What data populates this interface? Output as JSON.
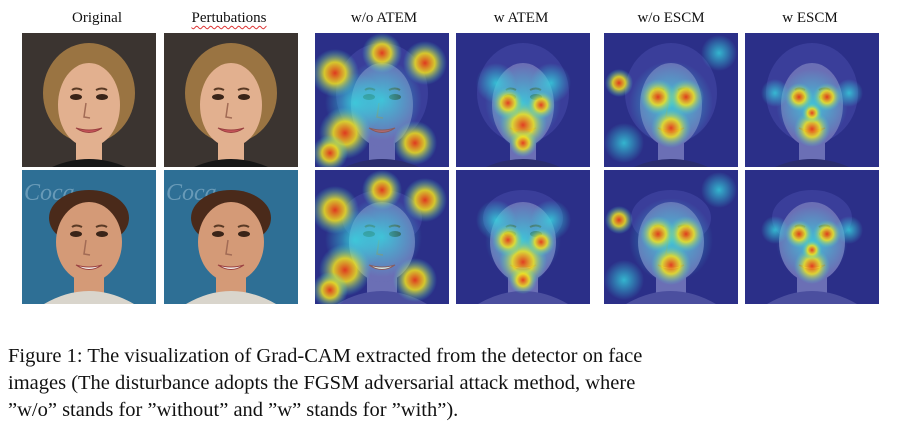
{
  "figure": {
    "column_labels": [
      "Original",
      "Pertubations",
      "w/o ATEM",
      "w ATEM",
      "w/o ESCM",
      "w ESCM"
    ],
    "rows": [
      {
        "subject": "woman-face",
        "background_color": "#3b3430",
        "hair_color": "#9a7442",
        "skin_color": "#e2b08f"
      },
      {
        "subject": "man-face",
        "background_color": "#2e6f95",
        "hair_color": "#4a2a1a",
        "skin_color": "#d49a77"
      }
    ],
    "overlay_colors": {
      "cold": "#2a2f9f",
      "warm": "#f2e21f",
      "hot": "#e83a1a"
    }
  },
  "caption": {
    "line1": "Figure 1: The visualization of Grad-CAM extracted from the detector on face",
    "line2": "images (The disturbance adopts the FGSM adversarial attack method, where",
    "line3": "”w/o” stands for ”without” and ”w” stands for ”with”)."
  }
}
